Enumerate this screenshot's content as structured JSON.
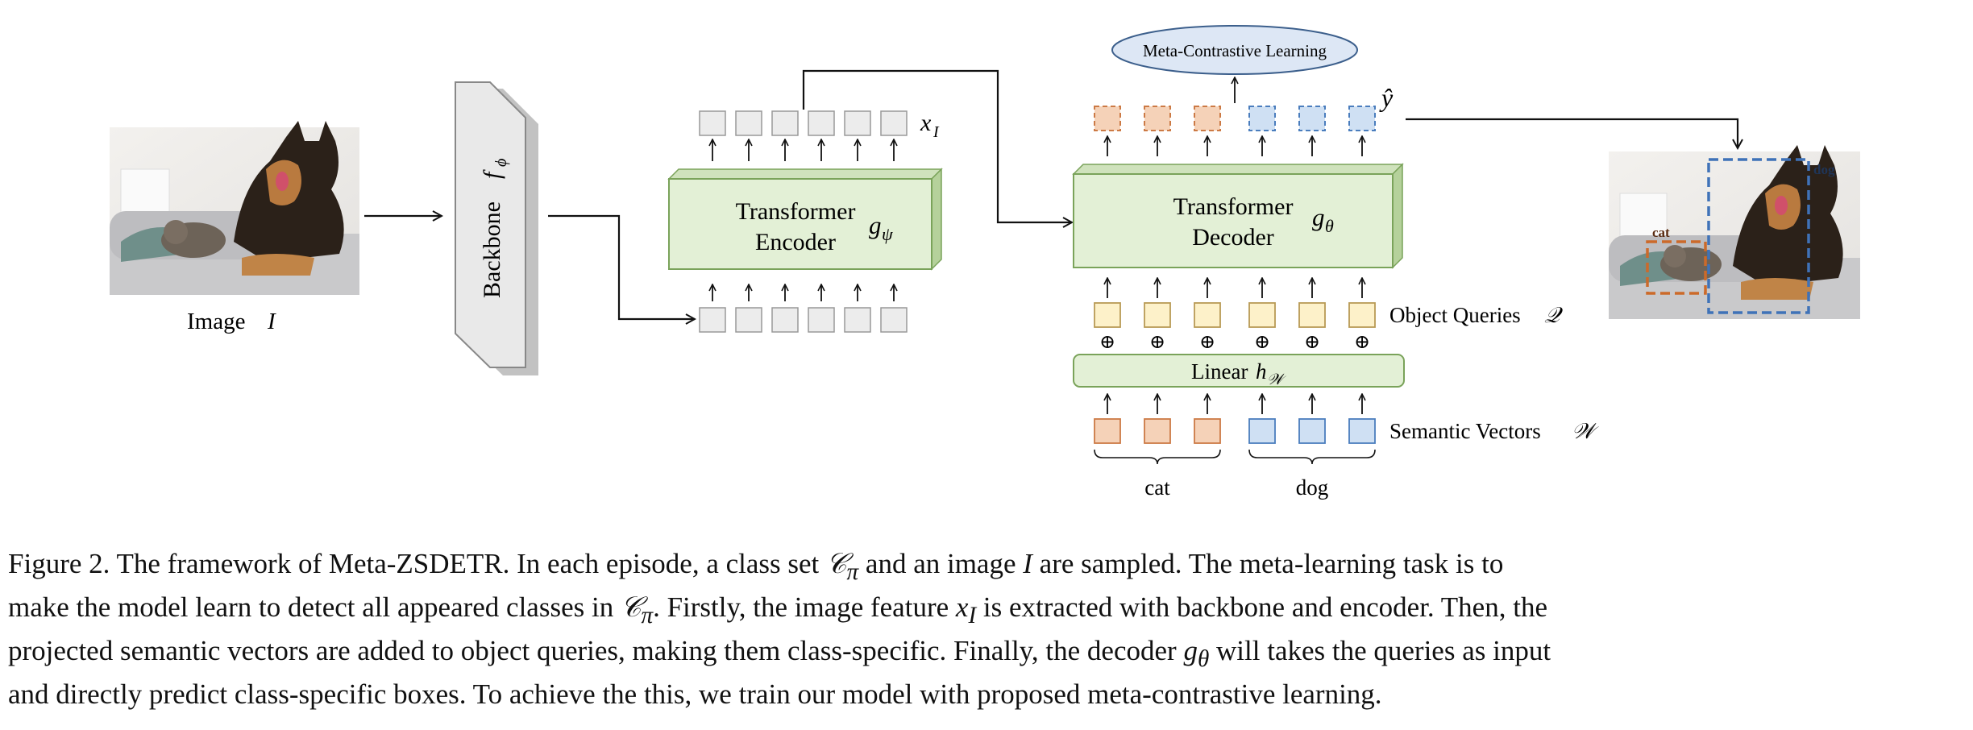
{
  "figure": {
    "image_label": "Image",
    "image_symbol": "I",
    "backbone_label": "Backbone",
    "backbone_symbol": "f",
    "backbone_symbol_sub": "ϕ",
    "encoder_line1": "Transformer",
    "encoder_line2": "Encoder",
    "encoder_symbol": "g",
    "encoder_symbol_sub": "ψ",
    "decoder_line1": "Transformer",
    "decoder_line2": "Decoder",
    "decoder_symbol": "g",
    "decoder_symbol_sub": "θ",
    "feature_symbol": "x",
    "feature_symbol_sub": "I",
    "prediction_symbol": "ŷ",
    "meta_contrastive_label": "Meta-Contrastive Learning",
    "object_queries_label": "Object Queries",
    "object_queries_symbol": "𝒬",
    "linear_label": "Linear",
    "linear_symbol": "h",
    "linear_symbol_sub": "𝒲",
    "semantic_vectors_label": "Semantic Vectors",
    "semantic_vectors_symbol": "𝒲",
    "plus_symbol": "⊕",
    "class_cat": "cat",
    "class_dog": "dog",
    "box_label_cat": "cat",
    "box_label_dog": "dog",
    "colors": {
      "encoder_fill": "#e3f0d6",
      "encoder_stroke": "#7aa35a",
      "cat_fill": "#f5d2b8",
      "cat_stroke": "#cc7a45",
      "dog_fill": "#cfe0f3",
      "dog_stroke": "#4a7dbd",
      "query_fill": "#fdf1c9",
      "query_stroke": "#b89a55",
      "token_fill": "#ececec",
      "token_stroke": "#999999",
      "ellipse_fill": "#dde7f5",
      "ellipse_stroke": "#3c5f8c"
    }
  },
  "caption": {
    "l1a": "Figure 2. The framework of Meta-ZSDETR. In each episode, a class set ",
    "l1b": " and an image ",
    "l1c": " are sampled.  The meta-learning task is to",
    "l2a": "make the model learn to detect all appeared classes in ",
    "l2b": ". Firstly, the image feature ",
    "l2c": " is extracted with backbone and encoder. Then, the",
    "l3": "projected semantic vectors are added to object queries, making them class-specific. Finally, the decoder ",
    "l3b": " will takes the queries as input",
    "l4": "and directly predict class-specific boxes. To achieve the this, we train our model with proposed meta-contrastive learning.",
    "sym_C": "𝒞",
    "sym_pi": "π",
    "sym_I": "I",
    "sym_x": "x",
    "sym_g": "g",
    "sym_theta": "θ"
  }
}
